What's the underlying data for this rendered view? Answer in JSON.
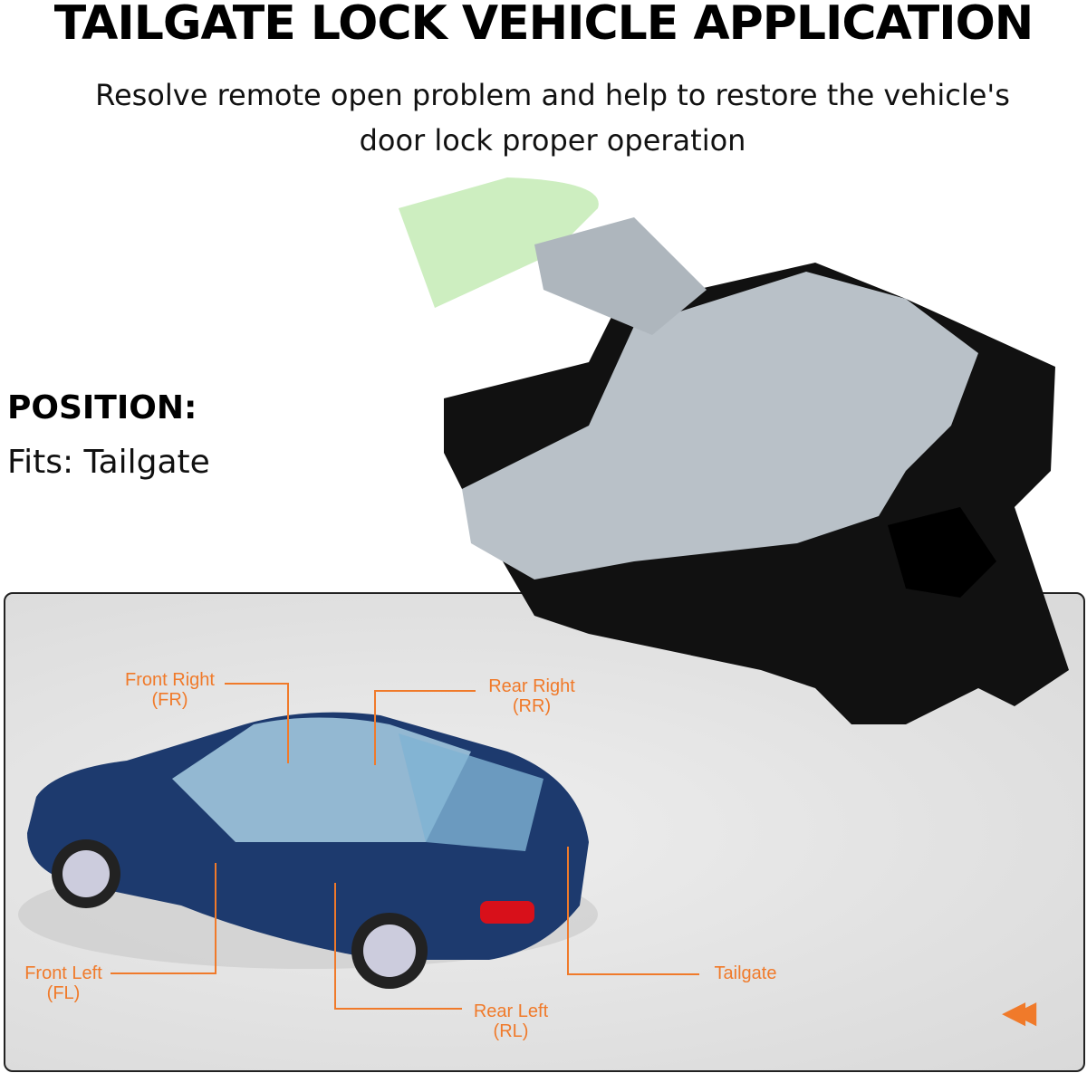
{
  "header": {
    "title": "TAILGATE LOCK VEHICLE APPLICATION",
    "subtitle": "Resolve remote open problem and help to restore the vehicle's door lock proper operation"
  },
  "position": {
    "heading": "POSITION:",
    "fits": "Fits: Tailgate"
  },
  "diagram": {
    "accent_color": "#f07a2a",
    "labels": {
      "front_right": "Front Right",
      "front_right_abbr": "(FR)",
      "rear_right": "Rear Right",
      "rear_right_abbr": "(RR)",
      "front_left": "Front Left",
      "front_left_abbr": "(FL)",
      "rear_left": "Rear Left",
      "rear_left_abbr": "(RL)",
      "tailgate": "Tailgate"
    },
    "nav_icon": "double-chevron-left-icon"
  }
}
